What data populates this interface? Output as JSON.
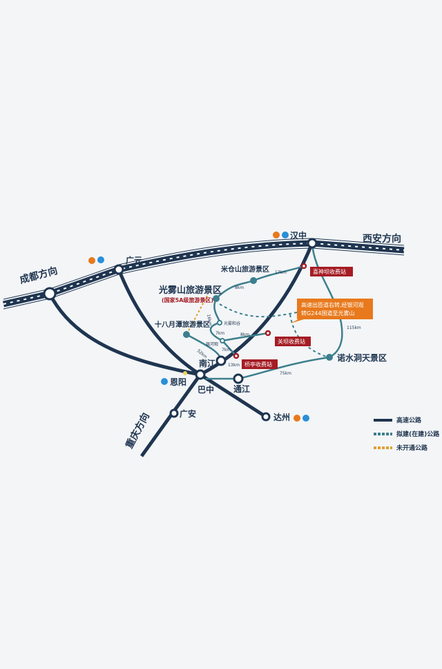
{
  "colors": {
    "highway": "#1f3550",
    "road": "#3c7f8c",
    "planned": "#3c7f8c",
    "unopened": "#e0a030",
    "toll": "#a51c24",
    "callout": "#e8791c"
  },
  "directions": {
    "chengdu": "成都方向",
    "xian": "西安方向",
    "chongqing": "重庆方向"
  },
  "cities": {
    "guangyuan": "广元",
    "hanzhong": "汉中",
    "nanjiang": "南江",
    "bazhong": "巴中",
    "enyang": "恩阳",
    "tongjiang": "通江",
    "guangan": "广安",
    "dazhou": "达州"
  },
  "scenic": {
    "guangwushan": "光雾山旅游景区",
    "guangwushan_sub": "(国家5A级旅游景区)",
    "micangshan": "米仓山旅游景区",
    "shibayuetan": "十八月潭旅游景区",
    "nuoshuidong": "诺水洞天景区",
    "guangwuhegu": "光雾和谷",
    "yinheguan": "银河观"
  },
  "tolls": {
    "xishenba": "喜神坝收费站",
    "guanba": "关坝收费站",
    "qiaoting": "桥亭收费站"
  },
  "distances": [
    "17km",
    "8km",
    "16km",
    "7km",
    "8km",
    "52km",
    "7km",
    "13km",
    "115km",
    "75km"
  ],
  "callout": {
    "line1": "高速出匝道右转,经银河观",
    "line2": "转G244国道至光雾山"
  },
  "legend": [
    {
      "label": "高速公路"
    },
    {
      "label": "拟建(在建)公路"
    },
    {
      "label": "未开通公路"
    }
  ]
}
